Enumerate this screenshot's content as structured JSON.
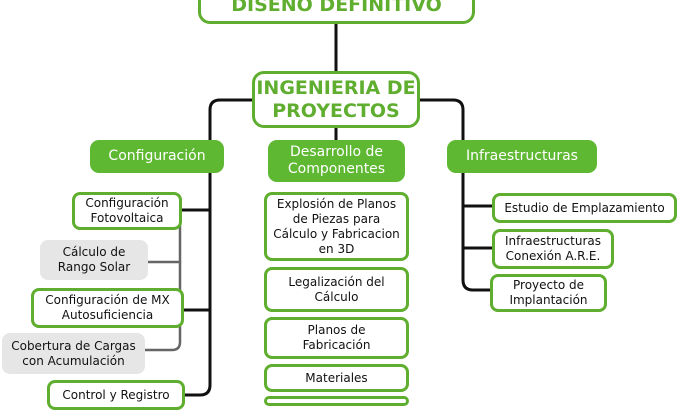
{
  "colors": {
    "accent": "#5fae2f",
    "pill": "#5fb832",
    "grey_box": "#e6e6e6",
    "connector": "#111111"
  },
  "root": {
    "title": "DISEÑO DEFINITIVO"
  },
  "center": {
    "title": "INGENIERIA DE\nPROYECTOS"
  },
  "branches": {
    "configuracion": {
      "label": "Configuración",
      "items": [
        "Configuración\nFotovoltaica",
        "Cálculo de\nRango Solar",
        "Configuración de MX\nAutosuficiencia",
        "Cobertura de Cargas\ncon Acumulación",
        "Control y Registro"
      ]
    },
    "desarrollo": {
      "label": "Desarrollo de\nComponentes",
      "items": [
        "Explosión de Planos\nde Piezas para\nCálculo y Fabricacion\nen 3D",
        "Legalización del\nCálculo",
        "Planos de\nFabricación",
        "Materiales"
      ]
    },
    "infraestructuras": {
      "label": "Infraestructuras",
      "items": [
        "Estudio de Emplazamiento",
        "Infraestructuras\nConexión A.R.E.",
        "Proyecto de\nImplantación"
      ]
    }
  }
}
